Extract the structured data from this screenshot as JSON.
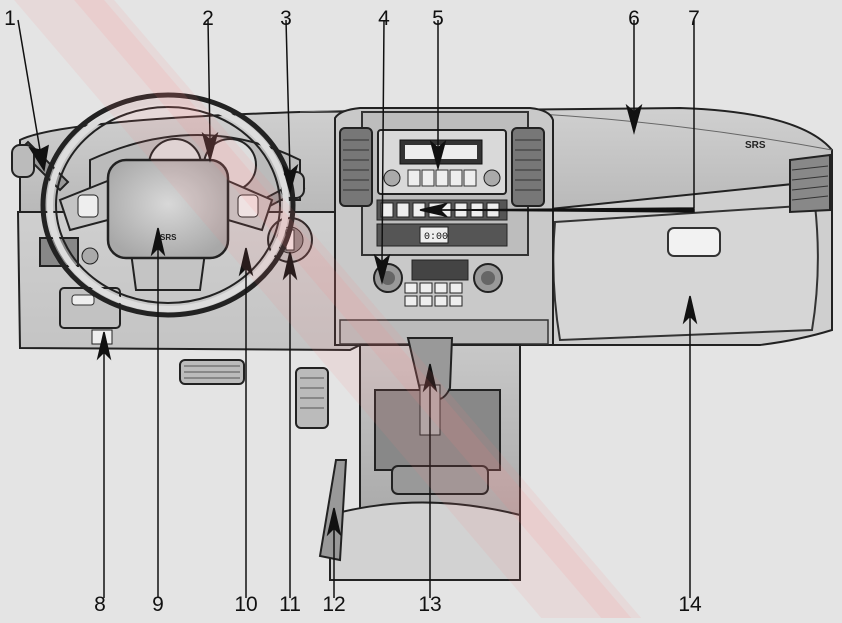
{
  "diagram": {
    "callouts": [
      {
        "id": "1",
        "label": "1"
      },
      {
        "id": "2",
        "label": "2"
      },
      {
        "id": "3",
        "label": "3"
      },
      {
        "id": "4",
        "label": "4"
      },
      {
        "id": "5",
        "label": "5"
      },
      {
        "id": "6",
        "label": "6"
      },
      {
        "id": "7",
        "label": "7"
      },
      {
        "id": "8",
        "label": "8"
      },
      {
        "id": "9",
        "label": "9"
      },
      {
        "id": "10",
        "label": "10"
      },
      {
        "id": "11",
        "label": "11"
      },
      {
        "id": "12",
        "label": "12"
      },
      {
        "id": "13",
        "label": "13"
      },
      {
        "id": "14",
        "label": "14"
      }
    ],
    "panel_text": {
      "airbag_srs": "SRS",
      "wheel_srs": "SRS",
      "clock_display": "0:00"
    }
  }
}
